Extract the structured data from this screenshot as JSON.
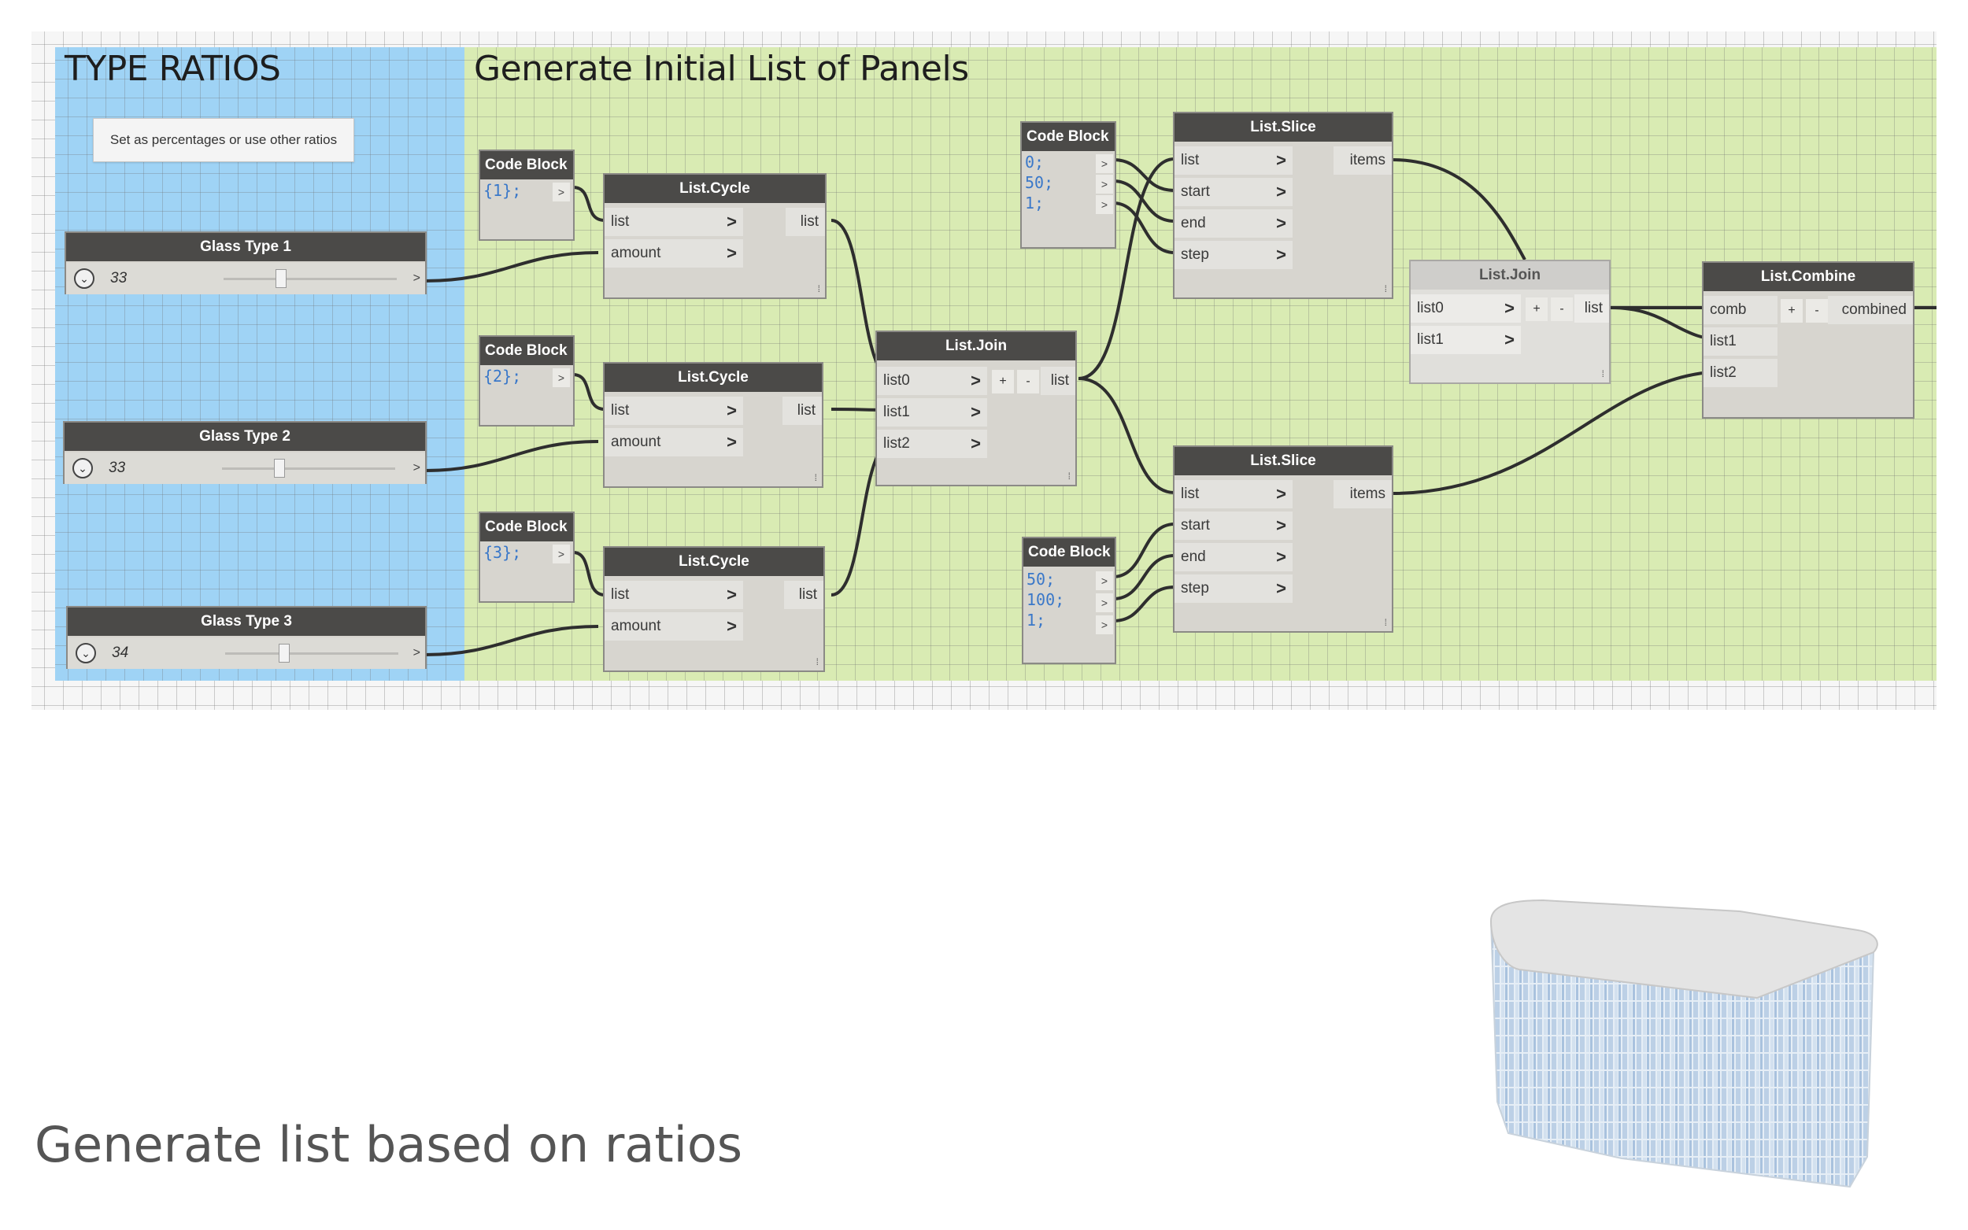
{
  "groups": {
    "type_ratios": {
      "title": "TYPE RATIOS",
      "note": "Set as percentages or use other ratios"
    },
    "generate": {
      "title": "Generate Initial List of Panels"
    }
  },
  "sliders": [
    {
      "title": "Glass Type 1",
      "value": "33",
      "fraction": 0.33
    },
    {
      "title": "Glass Type 2",
      "value": "33",
      "fraction": 0.33
    },
    {
      "title": "Glass Type 3",
      "value": "34",
      "fraction": 0.34
    }
  ],
  "code_blocks": [
    {
      "title": "Code Block",
      "lines": [
        "{1};"
      ]
    },
    {
      "title": "Code Block",
      "lines": [
        "{2};"
      ]
    },
    {
      "title": "Code Block",
      "lines": [
        "{3};"
      ]
    },
    {
      "title": "Code Block",
      "lines": [
        "0;",
        "50;",
        "1;"
      ]
    },
    {
      "title": "Code Block",
      "lines": [
        "50;",
        "100;",
        "1;"
      ]
    }
  ],
  "list_cycle": {
    "title": "List.Cycle",
    "inputs": [
      "list",
      "amount"
    ],
    "output": "list"
  },
  "list_join_main": {
    "title": "List.Join",
    "inputs": [
      "list0",
      "list1",
      "list2"
    ],
    "output": "list",
    "plus": "+",
    "minus": "-"
  },
  "list_slice": {
    "title": "List.Slice",
    "inputs": [
      "list",
      "start",
      "end",
      "step"
    ],
    "output": "items"
  },
  "list_join_small": {
    "title": "List.Join",
    "inputs": [
      "list0",
      "list1"
    ],
    "output": "list",
    "plus": "+",
    "minus": "-"
  },
  "list_combine": {
    "title": "List.Combine",
    "inputs": [
      "comb",
      "list1",
      "list2"
    ],
    "output": "combined",
    "plus": "+",
    "minus": "-"
  },
  "caption": "Generate list based on ratios",
  "colors": {
    "type_group": "#9fd3f5",
    "generate_group": "#d9ebb3",
    "node_header": "#4b4a48",
    "wire": "#2e2e2e",
    "code_text": "#3a78c9"
  }
}
